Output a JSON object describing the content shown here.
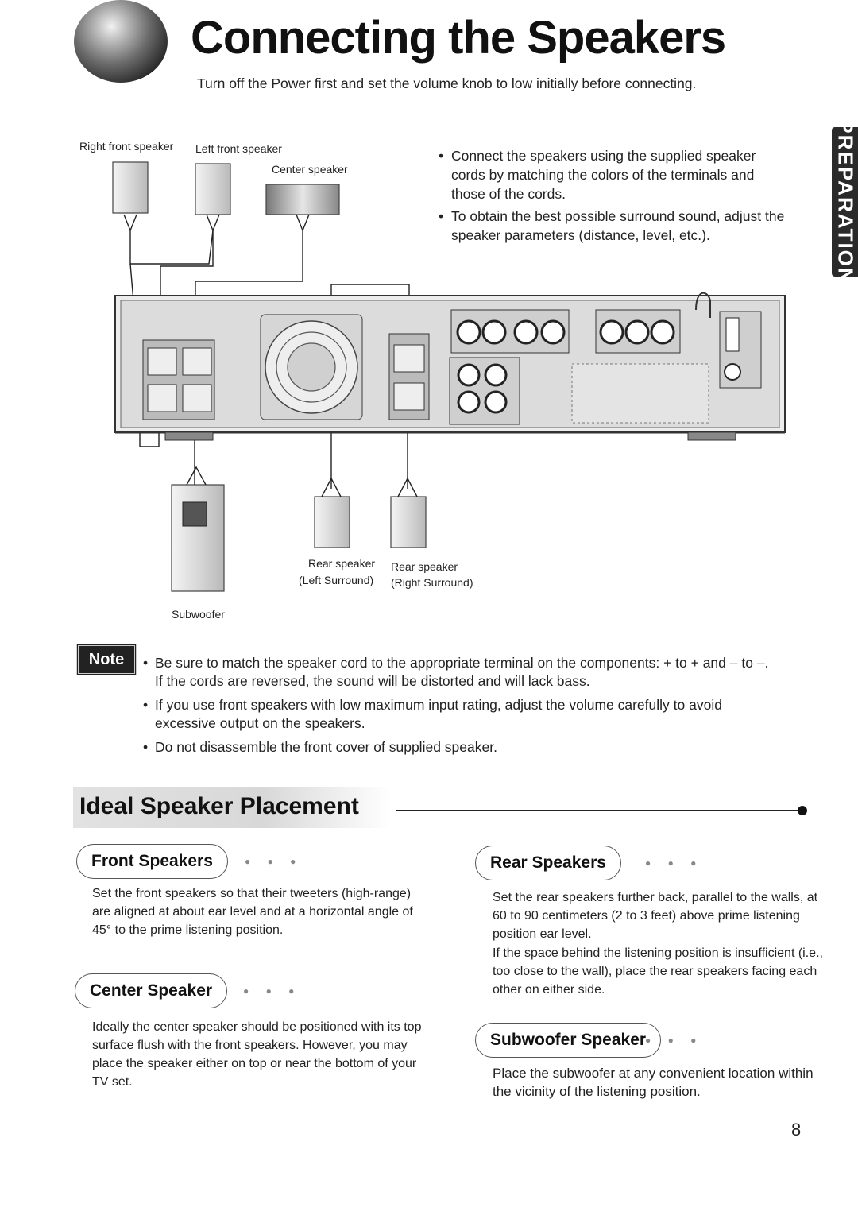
{
  "header": {
    "title": "Connecting the Speakers",
    "intro": "Turn off the Power first and set the volume knob to low initially before connecting."
  },
  "side_tab": {
    "label": "PREPARATION"
  },
  "diagram": {
    "right_front_label": "Right front speaker",
    "left_front_label": "Left front speaker",
    "center_label": "Center speaker",
    "rear_left_label": "Rear speaker",
    "rear_left_sub": "(Left Surround)",
    "rear_right_label": "Rear speaker",
    "rear_right_sub": "(Right Surround)",
    "subwoofer_label": "Subwoofer"
  },
  "connect_bullets": [
    "Connect the speakers using the supplied speaker cords by matching the colors of the terminals and those of the cords.",
    "To obtain the best possible surround sound, adjust the speaker parameters (distance, level, etc.)."
  ],
  "note": {
    "badge": "Note",
    "items": [
      "Be sure to match the speaker cord to the appropriate terminal on the components: + to + and – to –. If the cords are reversed, the sound will be distorted  and will lack bass.",
      "If you use front speakers with low maximum input rating, adjust the volume carefully to avoid excessive output on the speakers.",
      "Do not disassemble the front cover of supplied speaker."
    ]
  },
  "placement": {
    "title": "Ideal Speaker Placement",
    "front": {
      "heading": "Front Speakers",
      "text": "Set the front speakers so that their tweeters (high-range) are aligned at about ear level and at a horizontal angle of 45° to the prime listening position."
    },
    "center": {
      "heading": "Center Speaker",
      "text": "Ideally the center speaker should be positioned with its top surface flush with the front speakers. However, you may place the speaker either on top or near the bottom of your TV set."
    },
    "rear": {
      "heading": "Rear Speakers",
      "text1": "Set the rear speakers further back, parallel to the walls, at 60 to 90 centimeters (2 to 3 feet) above prime listening position ear level.",
      "text2": "If the space behind the listening position is insufficient (i.e., too close to the wall), place the rear speakers facing each other on either side."
    },
    "subwoofer": {
      "heading": "Subwoofer Speaker",
      "text": "Place the subwoofer at any convenient location within the vicinity of the listening position."
    },
    "dots": "● ● ●"
  },
  "page_number": "8"
}
